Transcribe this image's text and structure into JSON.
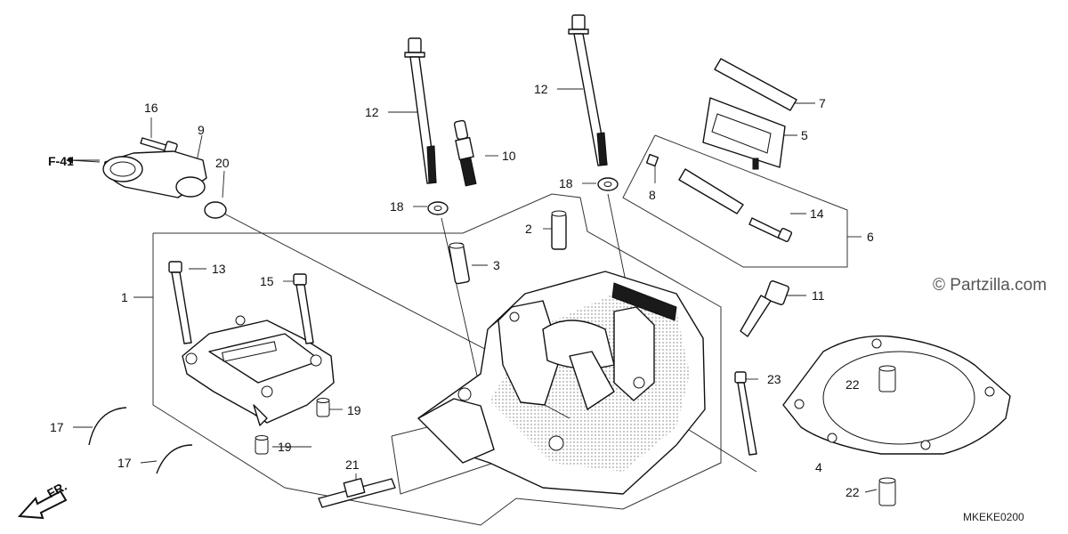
{
  "watermark": "© Partzilla.com",
  "diagram_code": "MKEKE0200",
  "reference_label": "F-41",
  "direction_label": "FR.",
  "callouts": [
    "1",
    "2",
    "3",
    "4",
    "5",
    "6",
    "7",
    "8",
    "9",
    "10",
    "11",
    "12",
    "13",
    "14",
    "15",
    "16",
    "17",
    "18",
    "19",
    "20",
    "21",
    "22",
    "23"
  ]
}
